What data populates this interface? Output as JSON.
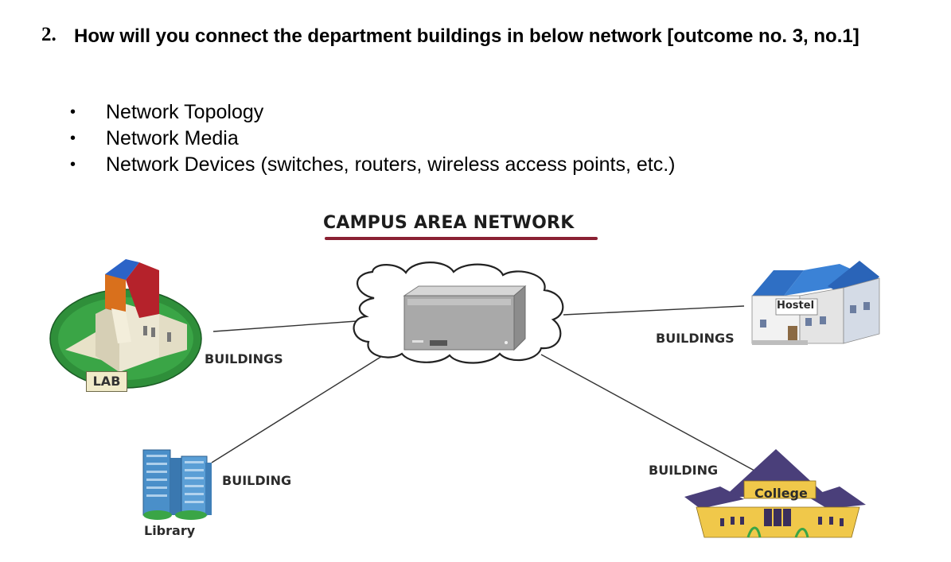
{
  "question": {
    "number": "2.",
    "text": "How will you connect the department buildings in below network [outcome no. 3, no.1]"
  },
  "bullets": [
    "Network Topology",
    "Network Media",
    "Network Devices (switches, routers, wireless access points, etc.)"
  ],
  "diagram": {
    "title": "CAMPUS AREA NETWORK",
    "labels": {
      "lab": "LAB",
      "lab_link": "BUILDINGS",
      "hostel": "Hostel",
      "hostel_link": "BUILDINGS",
      "library": "Library",
      "library_link": "BUILDING",
      "college": "College",
      "college_link": "BUILDING"
    },
    "colors": {
      "title_underline": "#8a2133",
      "lab_ground": "#2f8f3a",
      "lab_roof_orange": "#d9701c",
      "lab_roof_red": "#b5222b",
      "lab_roof_blue": "#2b63c7",
      "hostel_roof": "#2f6fc4",
      "library_glass": "#4a8fc9",
      "college_roof": "#4a3f7a",
      "college_wall": "#f0c84a"
    }
  }
}
